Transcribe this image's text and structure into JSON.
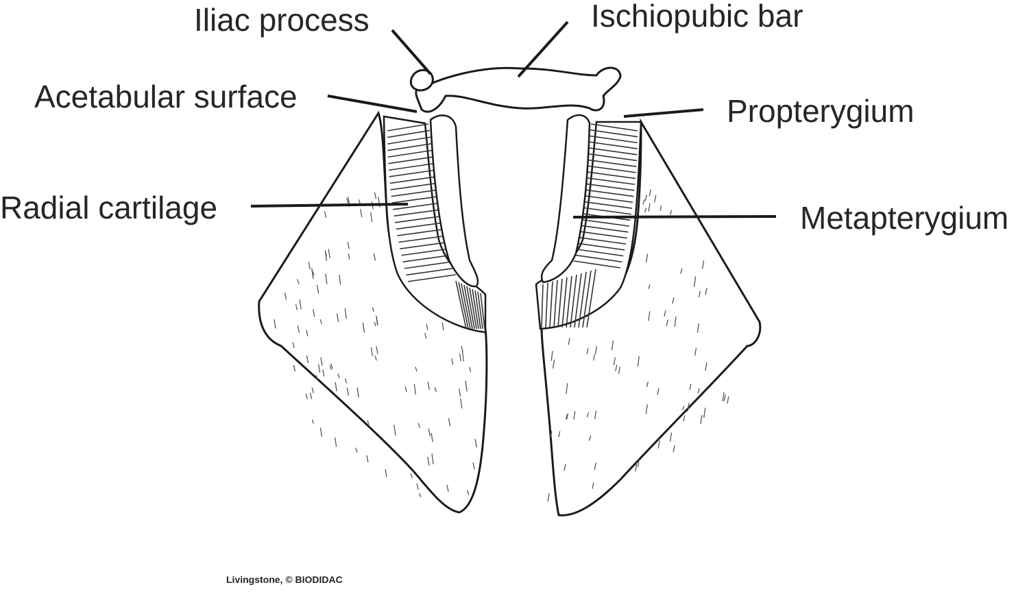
{
  "labels": {
    "iliac_process": "Iliac process",
    "ischiopubic_bar": "Ischiopubic bar",
    "acetabular_surface": "Acetabular surface",
    "propterygium": "Propterygium",
    "radial_cartilage": "Radial cartilage",
    "metapterygium": "Metapterygium"
  },
  "credit": "Livingstone, © BIODIDAC",
  "colors": {
    "ink": "#1a1a1a",
    "label": "#262626",
    "fill": "#ffffff",
    "rib": "#333333",
    "stipple": "#555555"
  }
}
